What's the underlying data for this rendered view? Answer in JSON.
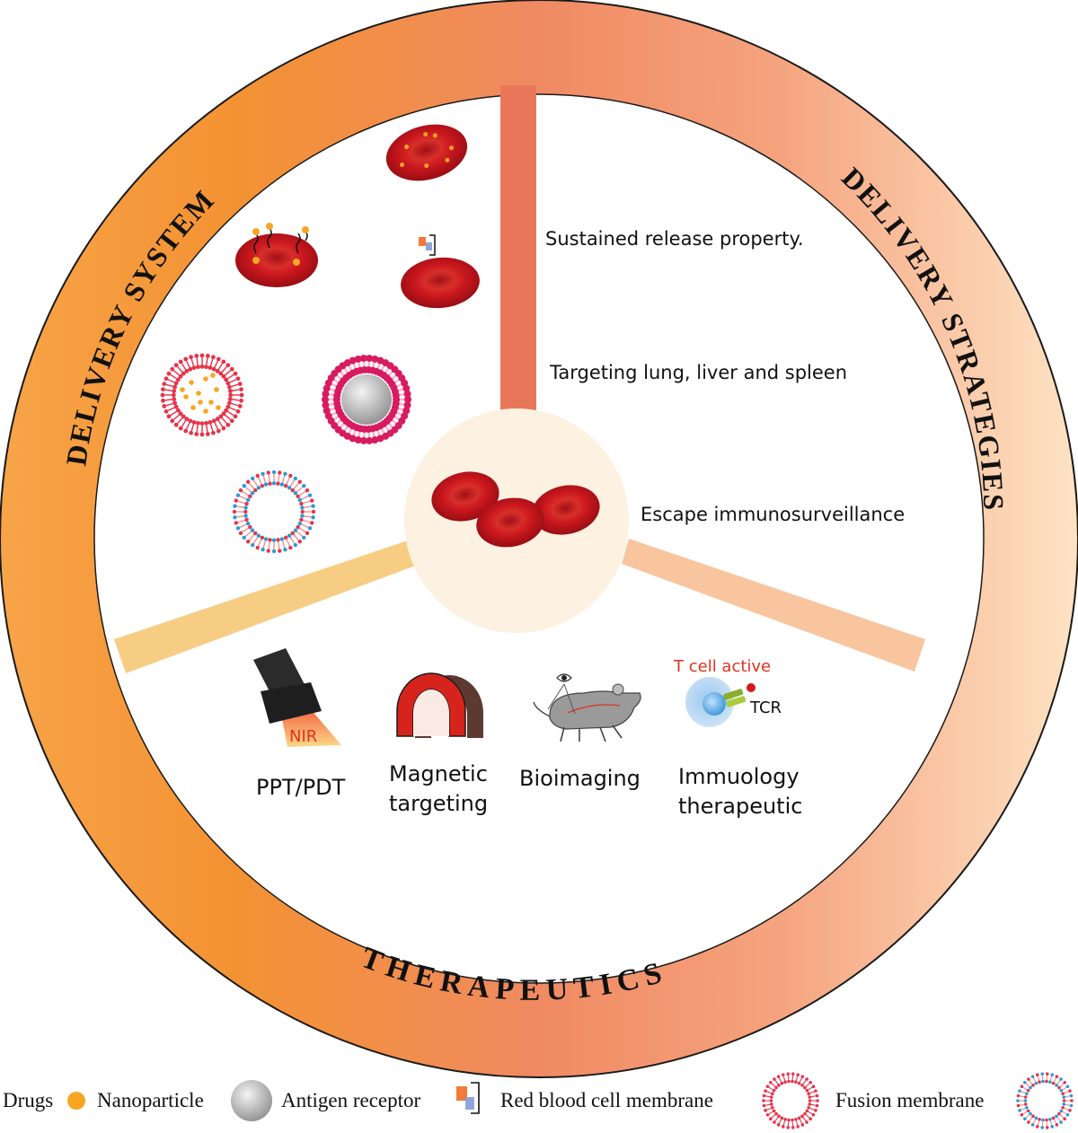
{
  "ring_labels": {
    "left": "DELIVERY SYSTEM",
    "right": "DELIVERY STRATEGIES",
    "bottom": "THERAPEUTICS"
  },
  "strategies": [
    "Sustained release property.",
    "Targeting lung, liver and spleen",
    "Escape immunosurveillance"
  ],
  "therapeutics": {
    "nir_label": "NIR",
    "ppt_label": "PPT/PDT",
    "magnetic_line1": "Magnetic",
    "magnetic_line2": "targeting",
    "bioimaging": "Bioimaging",
    "immuno_line1": "Immuology",
    "immuno_line2": "therapeutic",
    "tcell_active": "T cell active",
    "tcr": "TCR"
  },
  "legend": {
    "drugs": "Drugs",
    "nanoparticle": "Nanoparticle",
    "antigen_receptor": "Antigen receptor",
    "rbc_membrane": "Red blood cell membrane",
    "fusion_membrane": "Fusion membrane"
  },
  "colors": {
    "ring_orange": "#f39233",
    "ring_salmon": "#f08566",
    "ring_peach": "#fcd8ad",
    "spoke_top": "#e8775a",
    "spoke_left": "#f7cd84",
    "spoke_right": "#f8c59f",
    "hub": "#fdf1e1",
    "rbc": "#c8161d",
    "drug": "#f6a623",
    "red_text": "#e0321e"
  }
}
